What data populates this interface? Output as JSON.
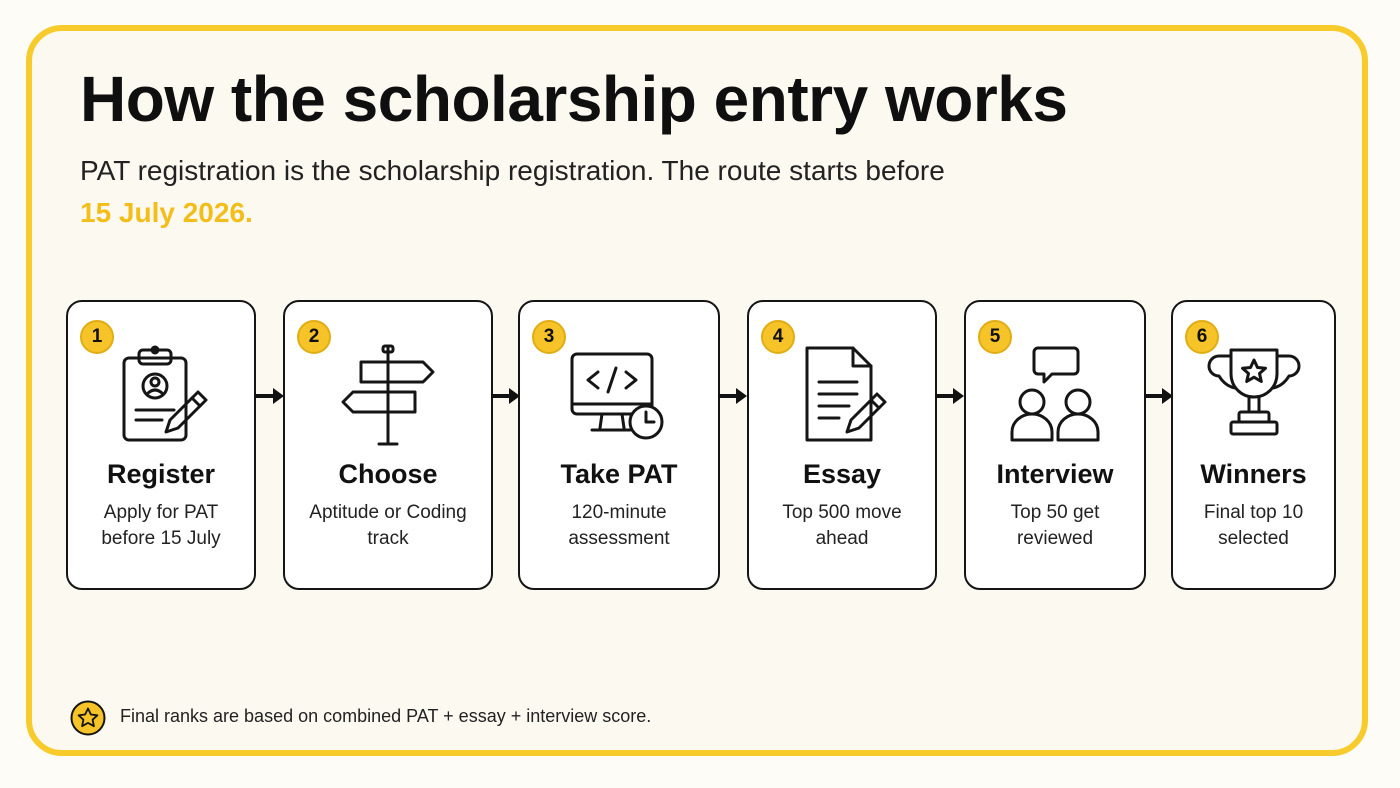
{
  "title": "How the scholarship entry works",
  "subtitle": "PAT registration is the scholarship registration. The route starts before",
  "subtitle_highlight": "15 July 2026.",
  "steps": [
    {
      "number": "1",
      "title": "Register",
      "desc_line1": "Apply for PAT",
      "desc_line2": "before 15 July",
      "icon": "clipboard-profile-pencil-icon"
    },
    {
      "number": "2",
      "title": "Choose",
      "desc_line1": "Aptitude or Coding",
      "desc_line2": "track",
      "icon": "signpost-icon"
    },
    {
      "number": "3",
      "title": "Take PAT",
      "desc_line1": "120-minute",
      "desc_line2": "assessment",
      "icon": "monitor-code-clock-icon"
    },
    {
      "number": "4",
      "title": "Essay",
      "desc_line1": "Top 500 move",
      "desc_line2": "ahead",
      "icon": "document-pencil-icon"
    },
    {
      "number": "5",
      "title": "Interview",
      "desc_line1": "Top 50 get",
      "desc_line2": "reviewed",
      "icon": "people-chat-icon"
    },
    {
      "number": "6",
      "title": "Winners",
      "desc_line1": "Final top 10",
      "desc_line2": "selected",
      "icon": "trophy-icon"
    }
  ],
  "note": "Final ranks are based on combined PAT + essay + interview score.",
  "colors": {
    "accent": "#f7cb2c",
    "badge": "#f6c428",
    "highlight": "#f3bd1a",
    "ink": "#151515"
  }
}
